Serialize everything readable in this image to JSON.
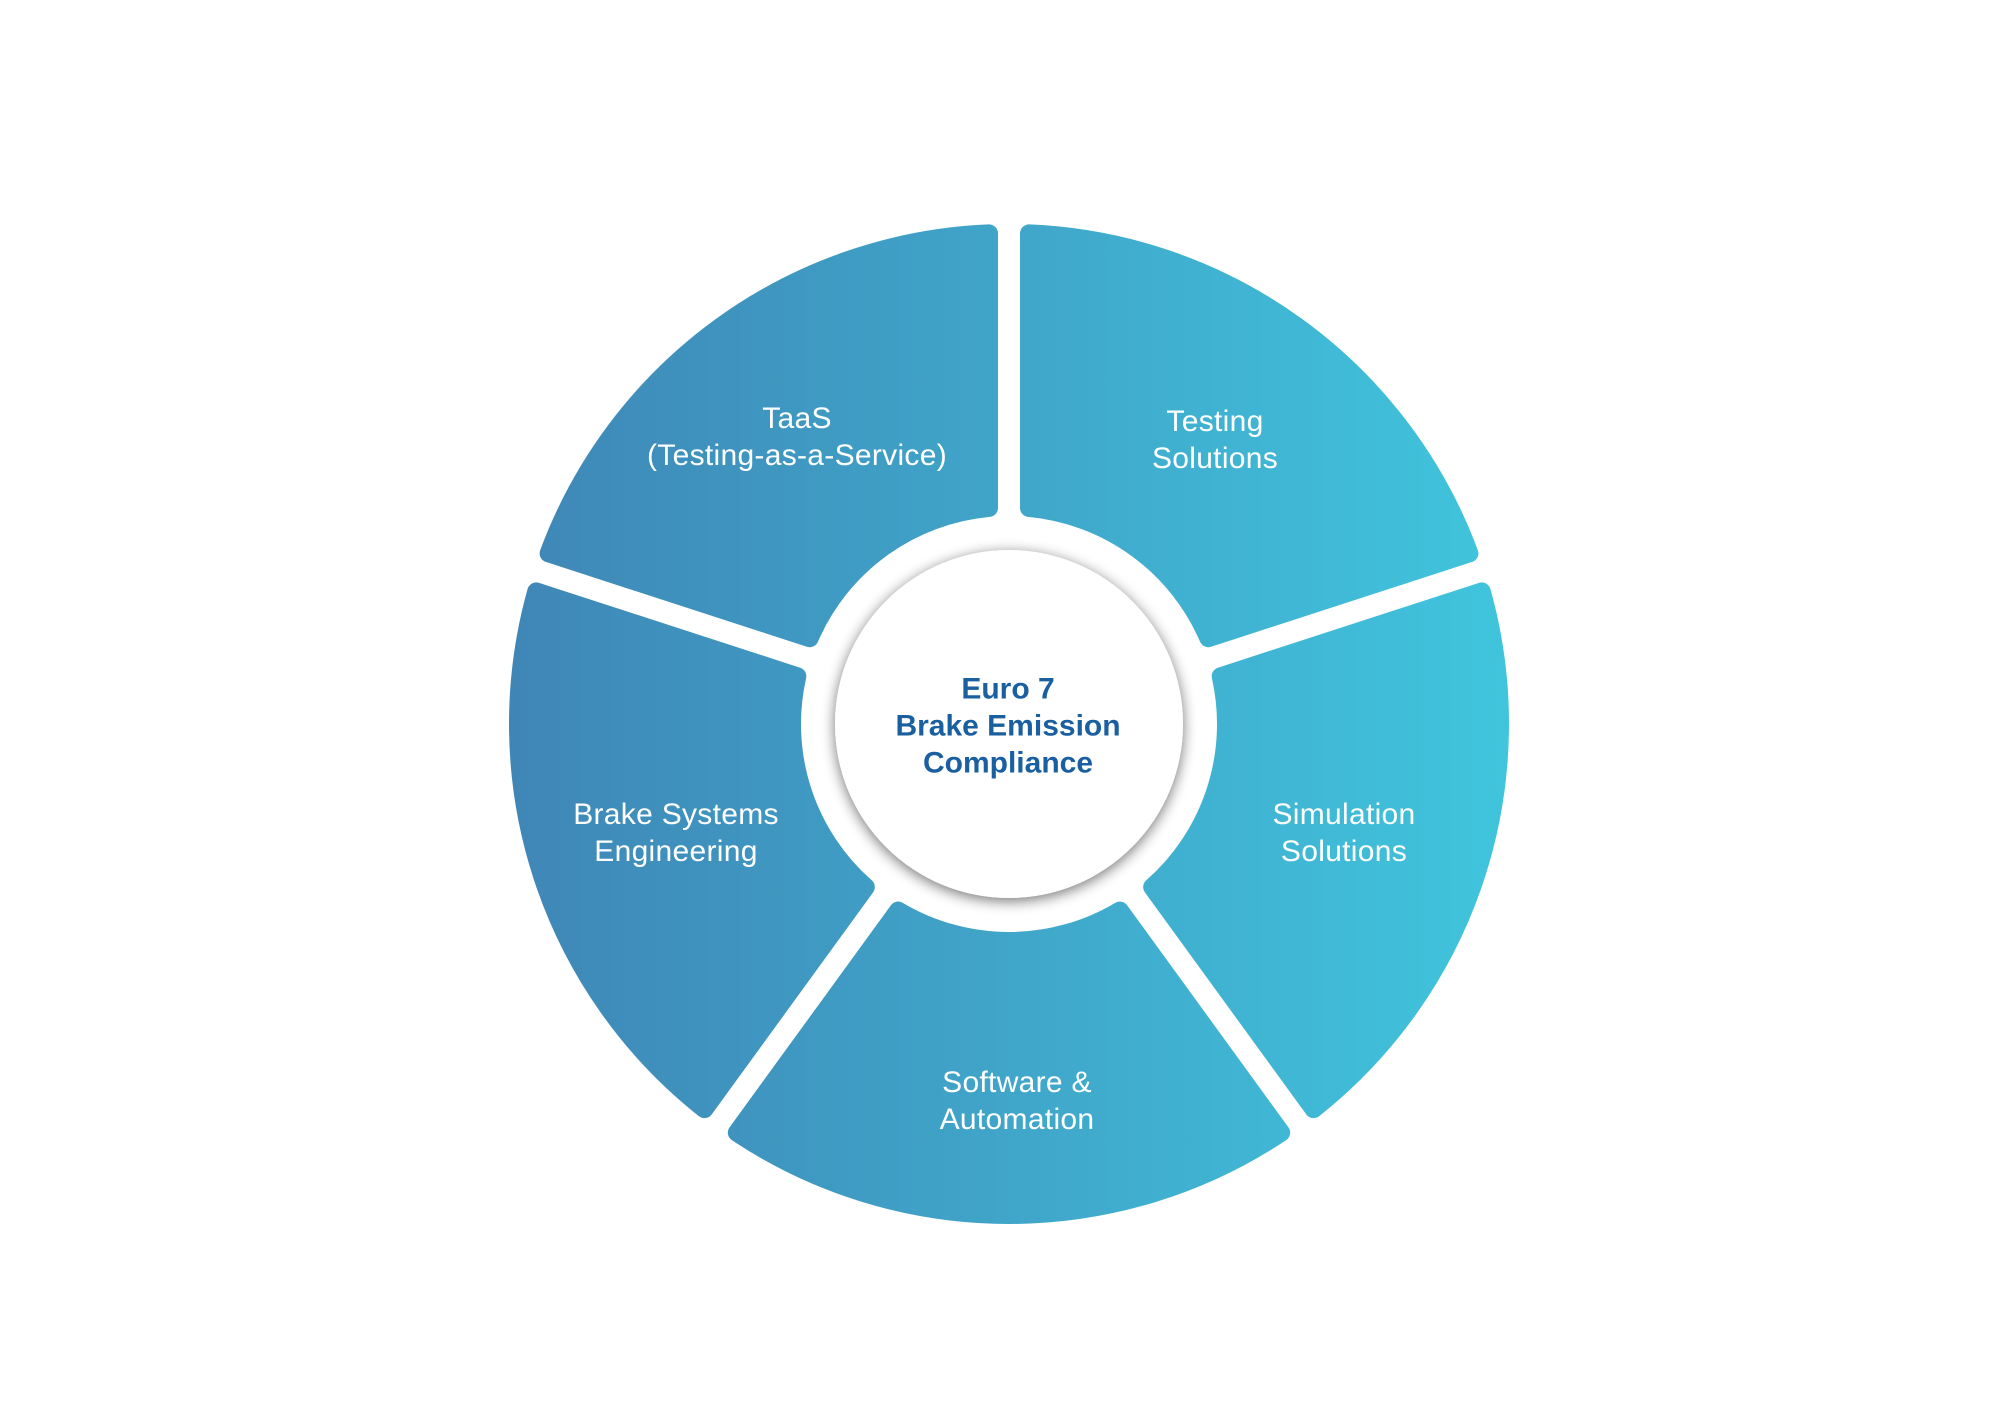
{
  "center": {
    "line1": "Euro 7",
    "line2": "Brake Emission",
    "line3": "Compliance"
  },
  "segments": [
    {
      "line1": "TaaS",
      "line2": "(Testing-as-a-Service)"
    },
    {
      "line1": "Testing",
      "line2": "Solutions"
    },
    {
      "line1": "Simulation",
      "line2": "Solutions"
    },
    {
      "line1": "Software &",
      "line2": "Automation"
    },
    {
      "line1": "Brake Systems",
      "line2": "Engineering"
    }
  ],
  "colors": {
    "gradient_start": "#3f86b6",
    "gradient_end": "#40c5dd",
    "center_text": "#1a5fa0"
  }
}
